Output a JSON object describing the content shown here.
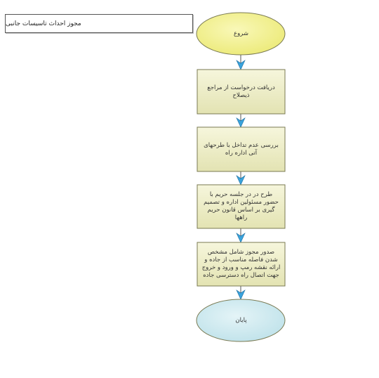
{
  "diagram": {
    "title": "مجوز احداث تاسیسات جانبی",
    "colors": {
      "box_fill_top": "#f6f6dc",
      "box_fill_bottom": "#e3e3b2",
      "box_stroke": "#7a7a52",
      "start_fill": "#f2f08a",
      "end_fill": "#cdeaf0",
      "arrow": "#3aa3dc"
    },
    "nodes": [
      {
        "id": "start",
        "shape": "ellipse",
        "label": "شروع"
      },
      {
        "id": "step1",
        "shape": "rectangle",
        "label": "دریافت درخواست از مراجع ذیصلاح"
      },
      {
        "id": "step2",
        "shape": "rectangle",
        "label": "بررسی عدم تداخل با طرحهای آتی اداره راه"
      },
      {
        "id": "step3",
        "shape": "rectangle",
        "label": "طرح در در جلسه حریم با حضور مسئولین اداره و تصمیم گیری بر اساس قانون حریم راهها"
      },
      {
        "id": "step4",
        "shape": "rectangle",
        "label": "صدور مجوز شامل مشخص شدن فاصله مناسب از جاده و ارائه نقشه رمپ و ورود و خروج جهت اتصال راه دسترسی جاده"
      },
      {
        "id": "end",
        "shape": "ellipse",
        "label": "پایان"
      }
    ],
    "edges": [
      {
        "from": "start",
        "to": "step1"
      },
      {
        "from": "step1",
        "to": "step2"
      },
      {
        "from": "step2",
        "to": "step3"
      },
      {
        "from": "step3",
        "to": "step4"
      },
      {
        "from": "step4",
        "to": "end"
      }
    ]
  }
}
